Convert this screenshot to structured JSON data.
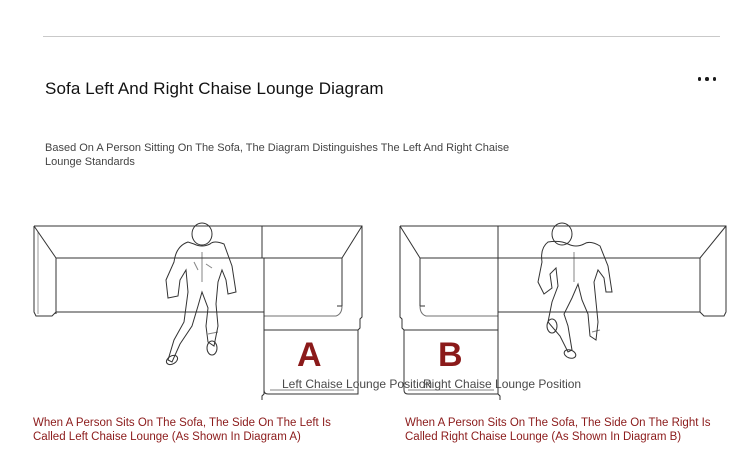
{
  "header": {
    "title": "Sofa Left And Right Chaise Lounge Diagram",
    "subtitle": "Based On A Person Sitting On The Sofa, The Diagram Distinguishes The Left And Right Chaise Lounge Standards",
    "more_icon": "more-horizontal-icon"
  },
  "diagrams": {
    "a": {
      "letter": "A",
      "position_label": "Left Chaise Lounge Position",
      "caption": "When A Person Sits On The Sofa, The Side On The Left Is Called Left Chaise Lounge (As Shown In Diagram A)"
    },
    "b": {
      "letter": "B",
      "position_label": "Right Chaise Lounge Position",
      "caption": "When A Person Sits On The Sofa, The Side On The Right Is Called Right Chaise Lounge (As Shown In Diagram B)"
    }
  },
  "colors": {
    "accent": "#8b1a1a",
    "rule": "#c9c9c9",
    "text": "#111111"
  }
}
